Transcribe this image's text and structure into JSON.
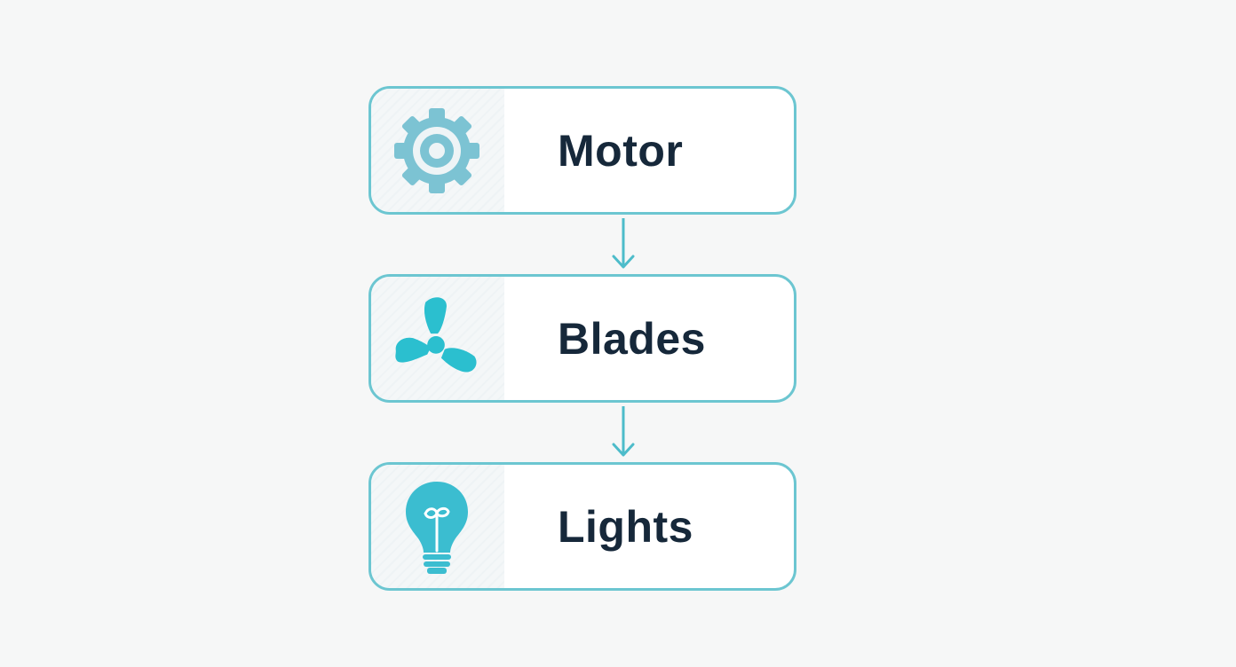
{
  "diagram": {
    "type": "vertical-flow",
    "nodes": [
      {
        "id": "motor",
        "label": "Motor",
        "icon": "gear-icon",
        "icon_color": "#7cc3d3"
      },
      {
        "id": "blades",
        "label": "Blades",
        "icon": "fan-icon",
        "icon_color": "#2bbfcf"
      },
      {
        "id": "lights",
        "label": "Lights",
        "icon": "lightbulb-icon",
        "icon_color": "#3bbdd0"
      }
    ],
    "edges": [
      {
        "from": "motor",
        "to": "blades"
      },
      {
        "from": "blades",
        "to": "lights"
      }
    ],
    "colors": {
      "border": "#6cc6d1",
      "arrow": "#4dbcca",
      "text": "#16283a",
      "background": "#f6f7f7"
    }
  }
}
